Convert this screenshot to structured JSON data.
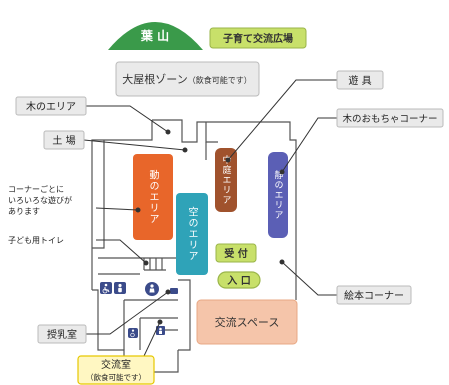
{
  "colors": {
    "mountain": "#3a9a4a",
    "kosodate": "#c8e06a",
    "ooyane": "#eaeaea",
    "dou": "#e8662a",
    "sora": "#2fa3b8",
    "nakaniwa": "#a0522d",
    "sei": "#5b5fb5",
    "uketsuke": "#c8e06a",
    "iriguchi": "#c8e06a",
    "koryu_space": "#f5c5aa",
    "label_bg": "#eaeaea",
    "koryushitsu": "#fff7c2",
    "koryushitsu_border": "#e6c800",
    "wall": "#555555",
    "accent_icon": "#3b4b8a"
  },
  "labels": {
    "hayama": "葉 山",
    "kosodate": "子育て交流広場",
    "ooyane_main": "大屋根ゾーン",
    "ooyane_note": "（飲食可能です）",
    "asobigu": "遊 具",
    "ki_area": "木のエリア",
    "omocha": "木のおもちゃコーナー",
    "dojo": "土 場",
    "corner_line1": "コーナーごとに",
    "corner_line2": "いろいろな遊びが",
    "corner_line3": "あります",
    "dou": "動のエリア",
    "nakaniwa": "中庭エリア",
    "sei": "静のエリア",
    "sora": "空のエリア",
    "uketsuke": "受 付",
    "iriguchi": "入 口",
    "toilet": "子ども用トイレ",
    "ehon": "絵本コーナー",
    "junyu": "授乳室",
    "koryu_space": "交流スペース",
    "koryushitsu_main": "交流室",
    "koryushitsu_note": "（飲食可能です）"
  },
  "icons": [
    "wheelchair-icon",
    "baby-icon",
    "person-icon"
  ]
}
